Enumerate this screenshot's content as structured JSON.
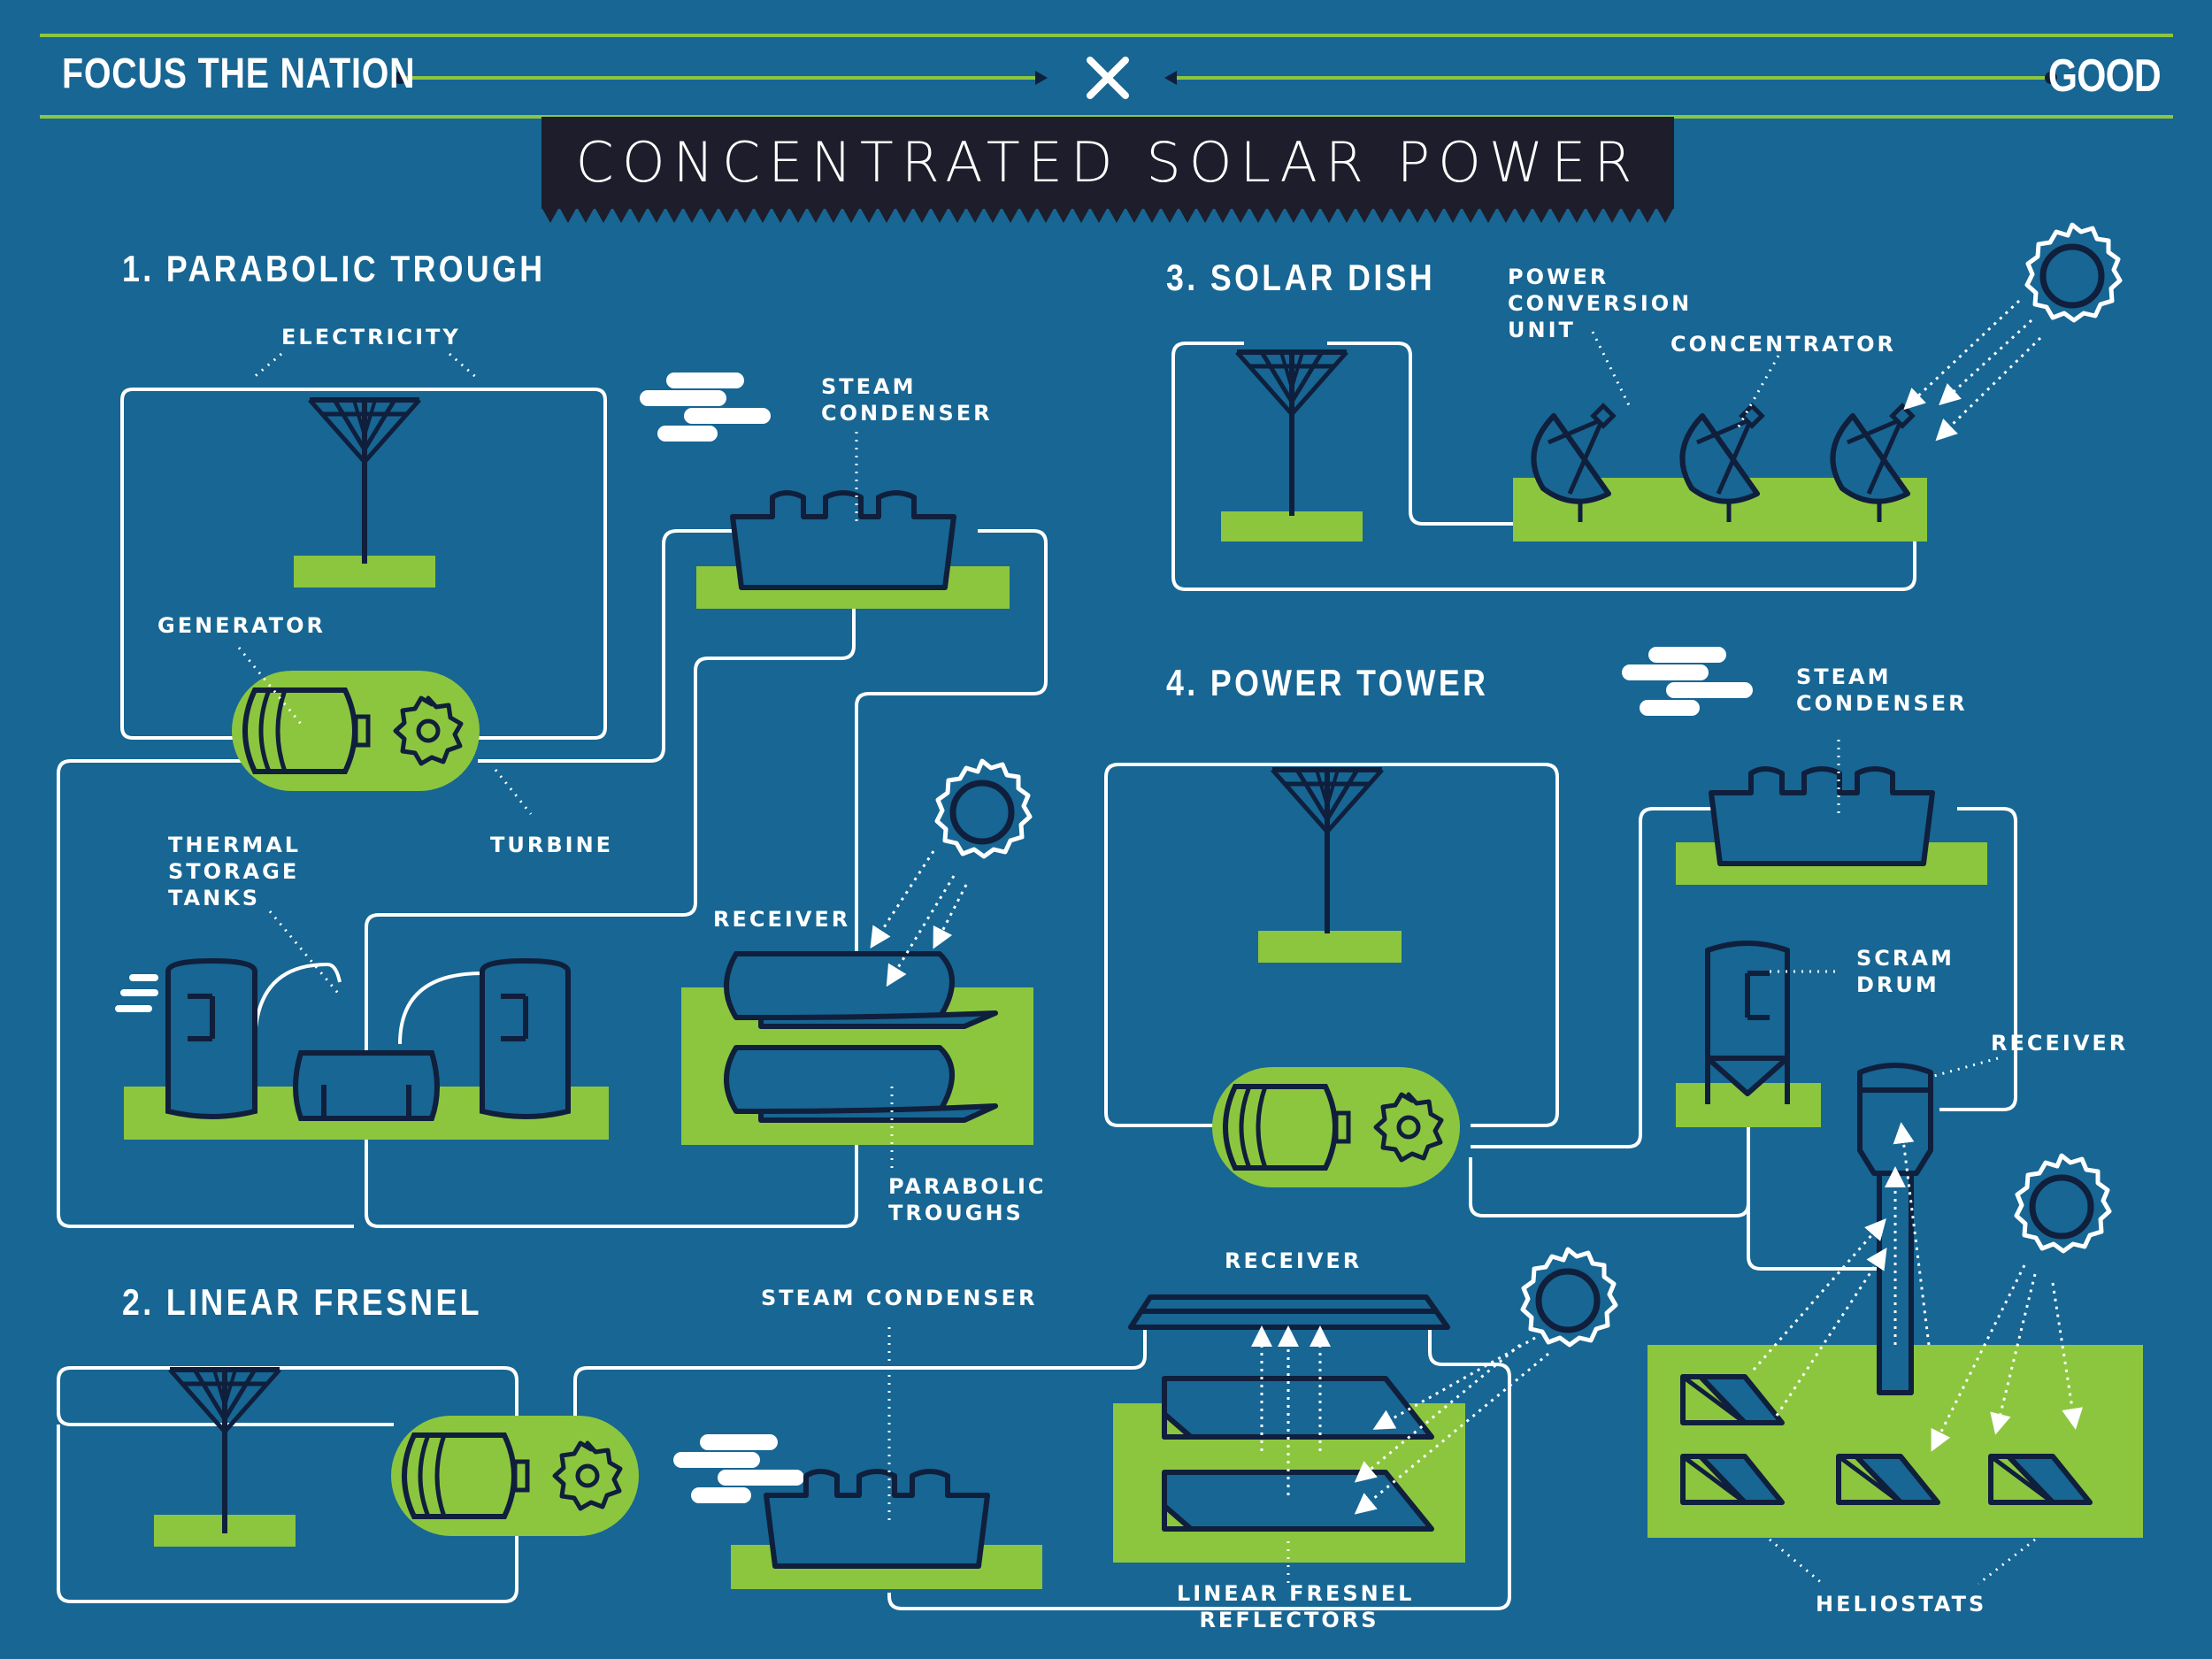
{
  "header": {
    "left_brand": "FOCUS THE NATION",
    "connector_symbol": "×",
    "right_brand": "GOOD",
    "title": "CONCENTRATED SOLAR POWER"
  },
  "sections": {
    "parabolic_trough": {
      "heading": "1. PARABOLIC TROUGH",
      "labels": {
        "electricity": "ELECTRICITY",
        "steam_condenser_line1": "STEAM",
        "steam_condenser_line2": "CONDENSER",
        "generator": "GENERATOR",
        "turbine": "TURBINE",
        "thermal_line1": "THERMAL",
        "thermal_line2": "STORAGE",
        "thermal_line3": "TANKS",
        "receiver": "RECEIVER",
        "troughs_line1": "PARABOLIC",
        "troughs_line2": "TROUGHS"
      }
    },
    "linear_fresnel": {
      "heading": "2. LINEAR FRESNEL",
      "labels": {
        "steam_condenser": "STEAM CONDENSER",
        "receiver": "RECEIVER",
        "reflectors_line1": "LINEAR FRESNEL",
        "reflectors_line2": "REFLECTORS"
      }
    },
    "solar_dish": {
      "heading": "3. SOLAR DISH",
      "labels": {
        "pcu_line1": "POWER",
        "pcu_line2": "CONVERSION",
        "pcu_line3": "UNIT",
        "concentrator": "CONCENTRATOR"
      }
    },
    "power_tower": {
      "heading": "4. POWER TOWER",
      "labels": {
        "steam_condenser_line1": "STEAM",
        "steam_condenser_line2": "CONDENSER",
        "scram_line1": "SCRAM",
        "scram_line2": "DRUM",
        "receiver": "RECEIVER",
        "heliostats": "HELIOSTATS"
      }
    }
  },
  "colors": {
    "background": "#176693",
    "ground_green": "#8cc63f",
    "outline_navy": "#0f1f3c",
    "title_band": "#1d1d2b",
    "line_white": "#ffffff"
  },
  "icons": [
    "sun-icon",
    "power-pole-icon",
    "generator-icon",
    "gear-icon",
    "cloud-icon",
    "steam-condenser-icon",
    "storage-tank-icon",
    "dish-icon",
    "tower-icon",
    "heliostat-icon"
  ]
}
